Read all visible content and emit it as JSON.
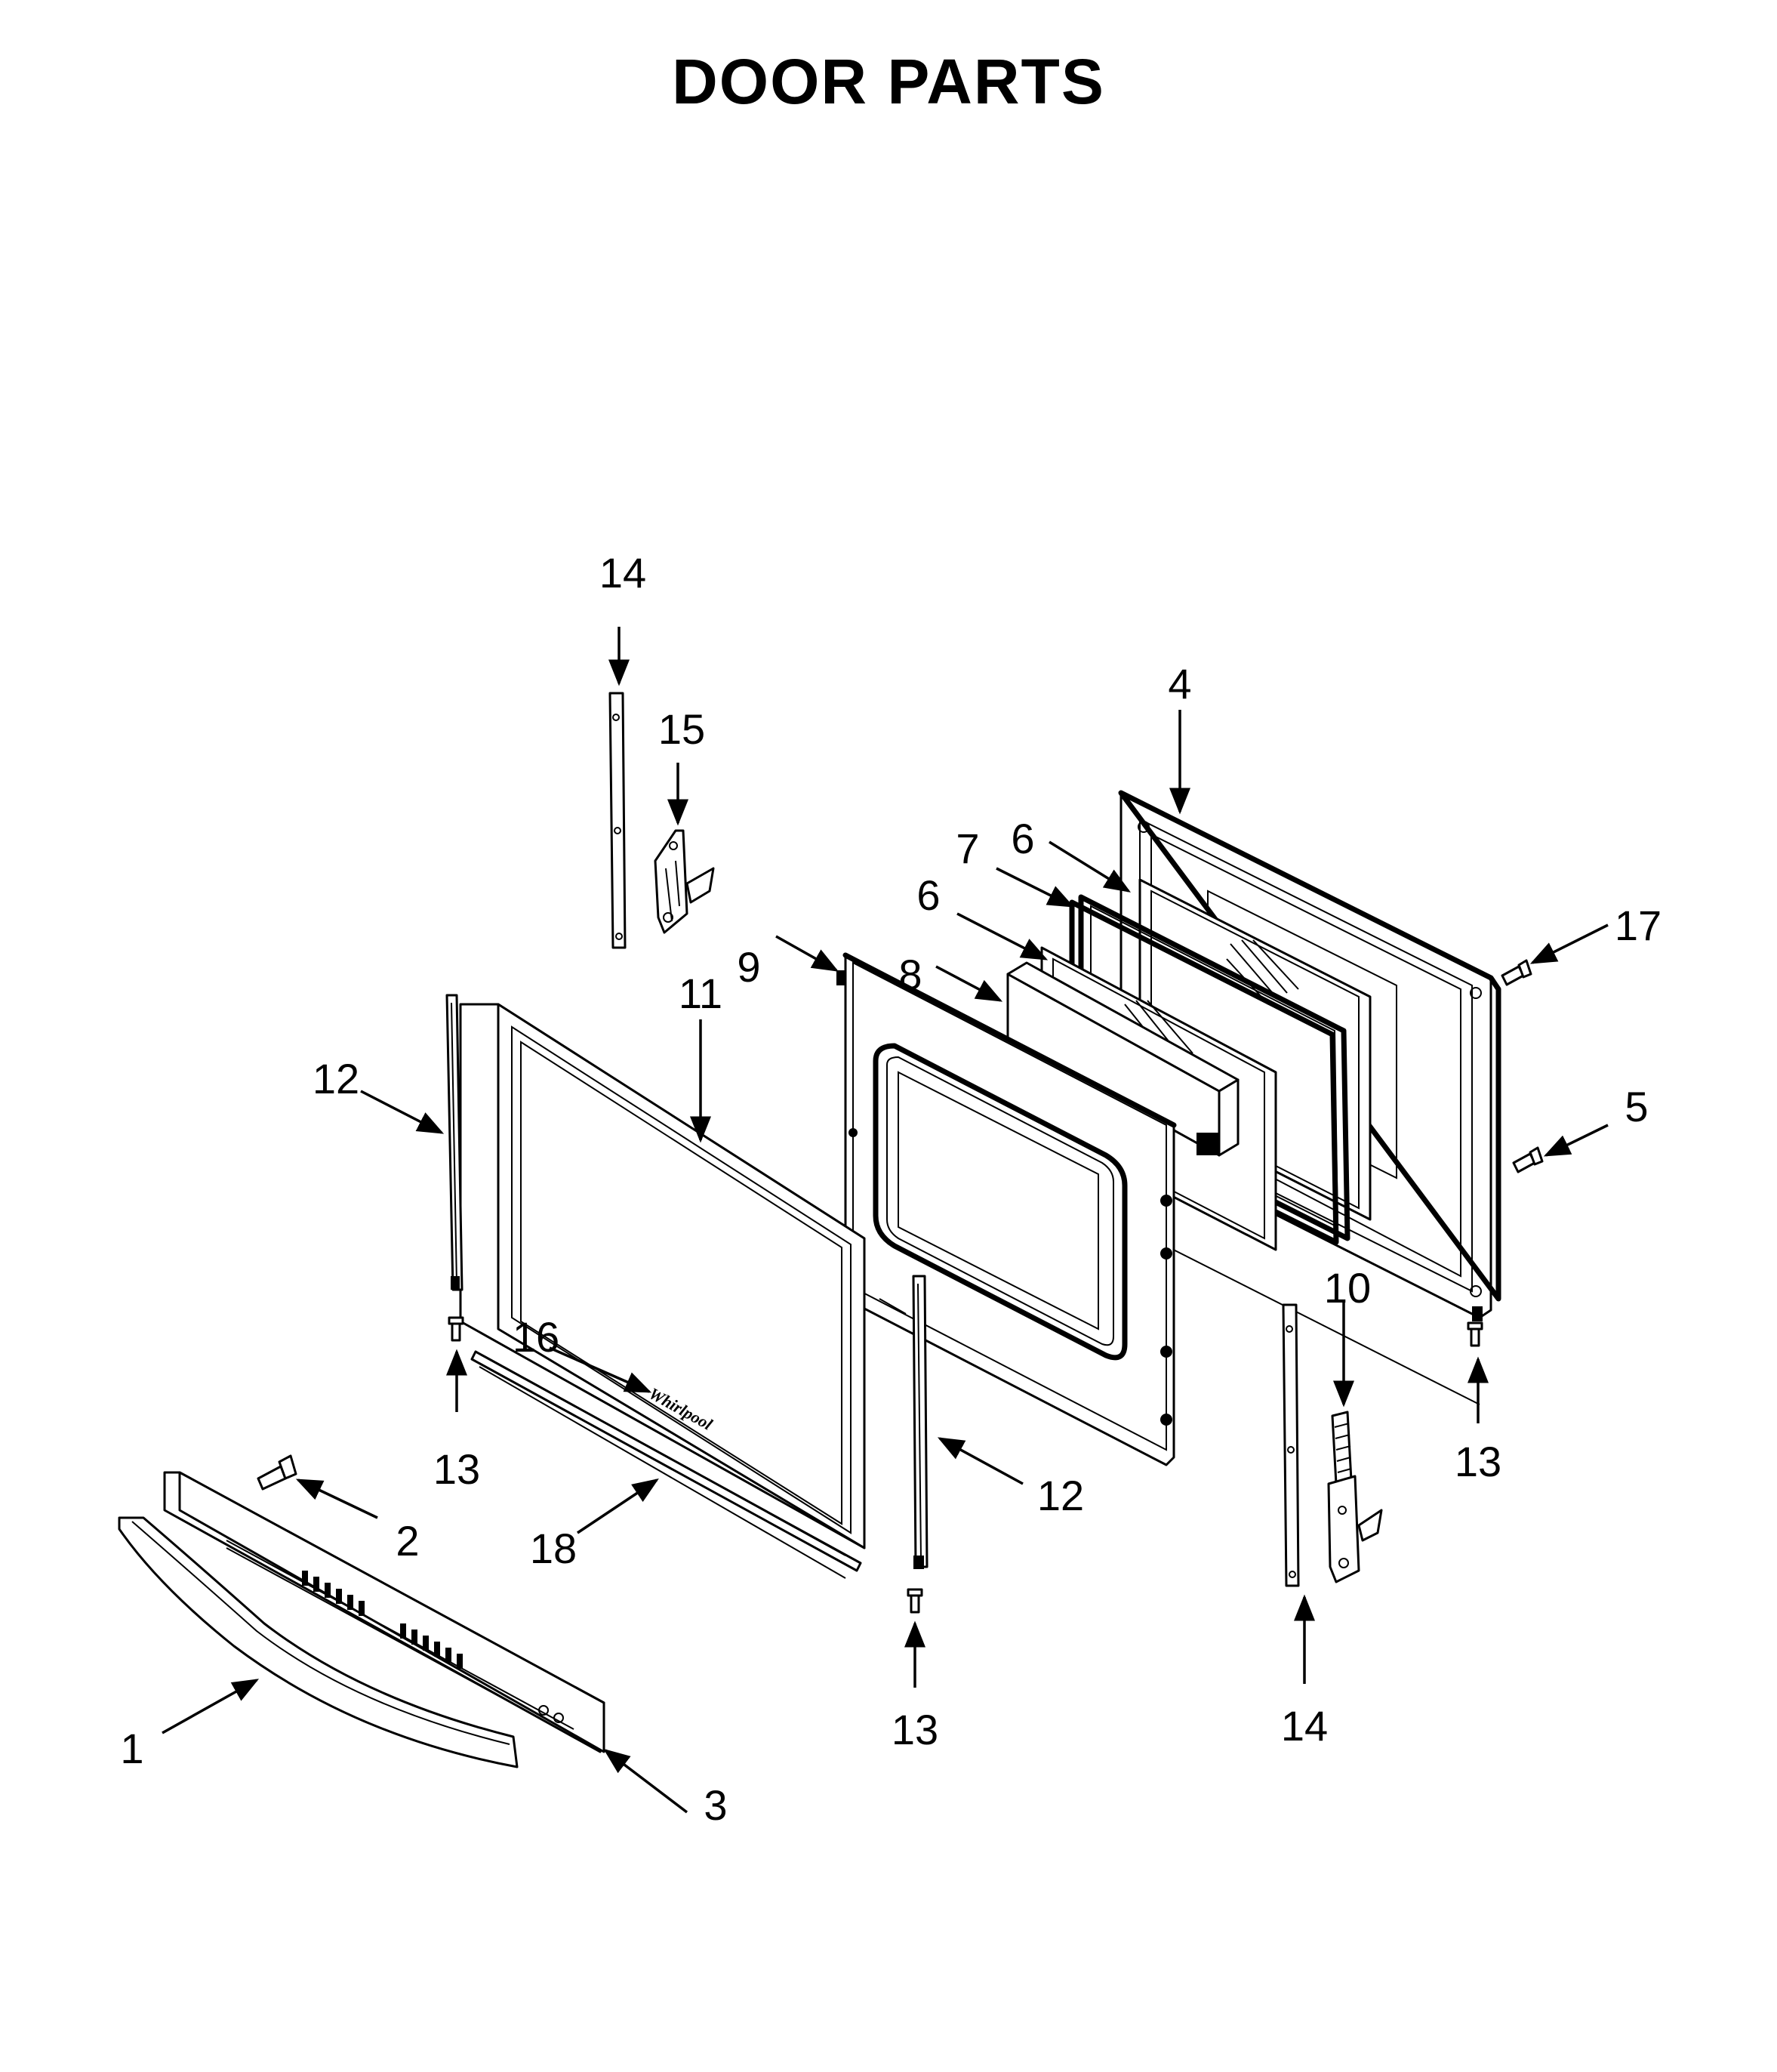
{
  "title": "DOOR PARTS",
  "brand_mark": "Whirlpool",
  "callouts": [
    {
      "id": "c14a",
      "text": "14"
    },
    {
      "id": "c15",
      "text": "15"
    },
    {
      "id": "c4",
      "text": "4"
    },
    {
      "id": "c7",
      "text": "7"
    },
    {
      "id": "c6a",
      "text": "6"
    },
    {
      "id": "c6b",
      "text": "6"
    },
    {
      "id": "c17",
      "text": "17"
    },
    {
      "id": "c9",
      "text": "9"
    },
    {
      "id": "c8",
      "text": "8"
    },
    {
      "id": "c11",
      "text": "11"
    },
    {
      "id": "c12a",
      "text": "12"
    },
    {
      "id": "c5",
      "text": "5"
    },
    {
      "id": "c10",
      "text": "10"
    },
    {
      "id": "c16",
      "text": "16"
    },
    {
      "id": "c13a",
      "text": "13"
    },
    {
      "id": "c13b",
      "text": "13"
    },
    {
      "id": "c12b",
      "text": "12"
    },
    {
      "id": "c2",
      "text": "2"
    },
    {
      "id": "c18",
      "text": "18"
    },
    {
      "id": "c13c",
      "text": "13"
    },
    {
      "id": "c14b",
      "text": "14"
    },
    {
      "id": "c1",
      "text": "1"
    },
    {
      "id": "c3",
      "text": "3"
    }
  ]
}
